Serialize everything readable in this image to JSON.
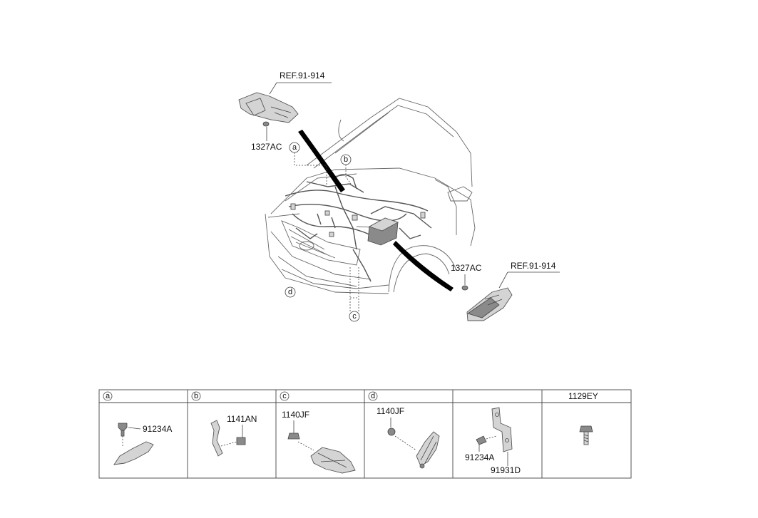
{
  "callouts": {
    "ref_top": "REF.91-914",
    "ref_right": "REF.91-914",
    "bolt_top": "1327AC",
    "bolt_right": "1327AC",
    "circle_a": "a",
    "circle_b": "b",
    "circle_c": "c",
    "circle_d": "d"
  },
  "table": {
    "headers": [
      "a",
      "b",
      "c",
      "d",
      "",
      "1129EY"
    ],
    "cells": {
      "a": [
        "91234A"
      ],
      "b": [
        "1141AN"
      ],
      "c": [
        "1140JF"
      ],
      "d": [
        "1140JF"
      ],
      "e": [
        "91234A",
        "91931D"
      ]
    }
  }
}
